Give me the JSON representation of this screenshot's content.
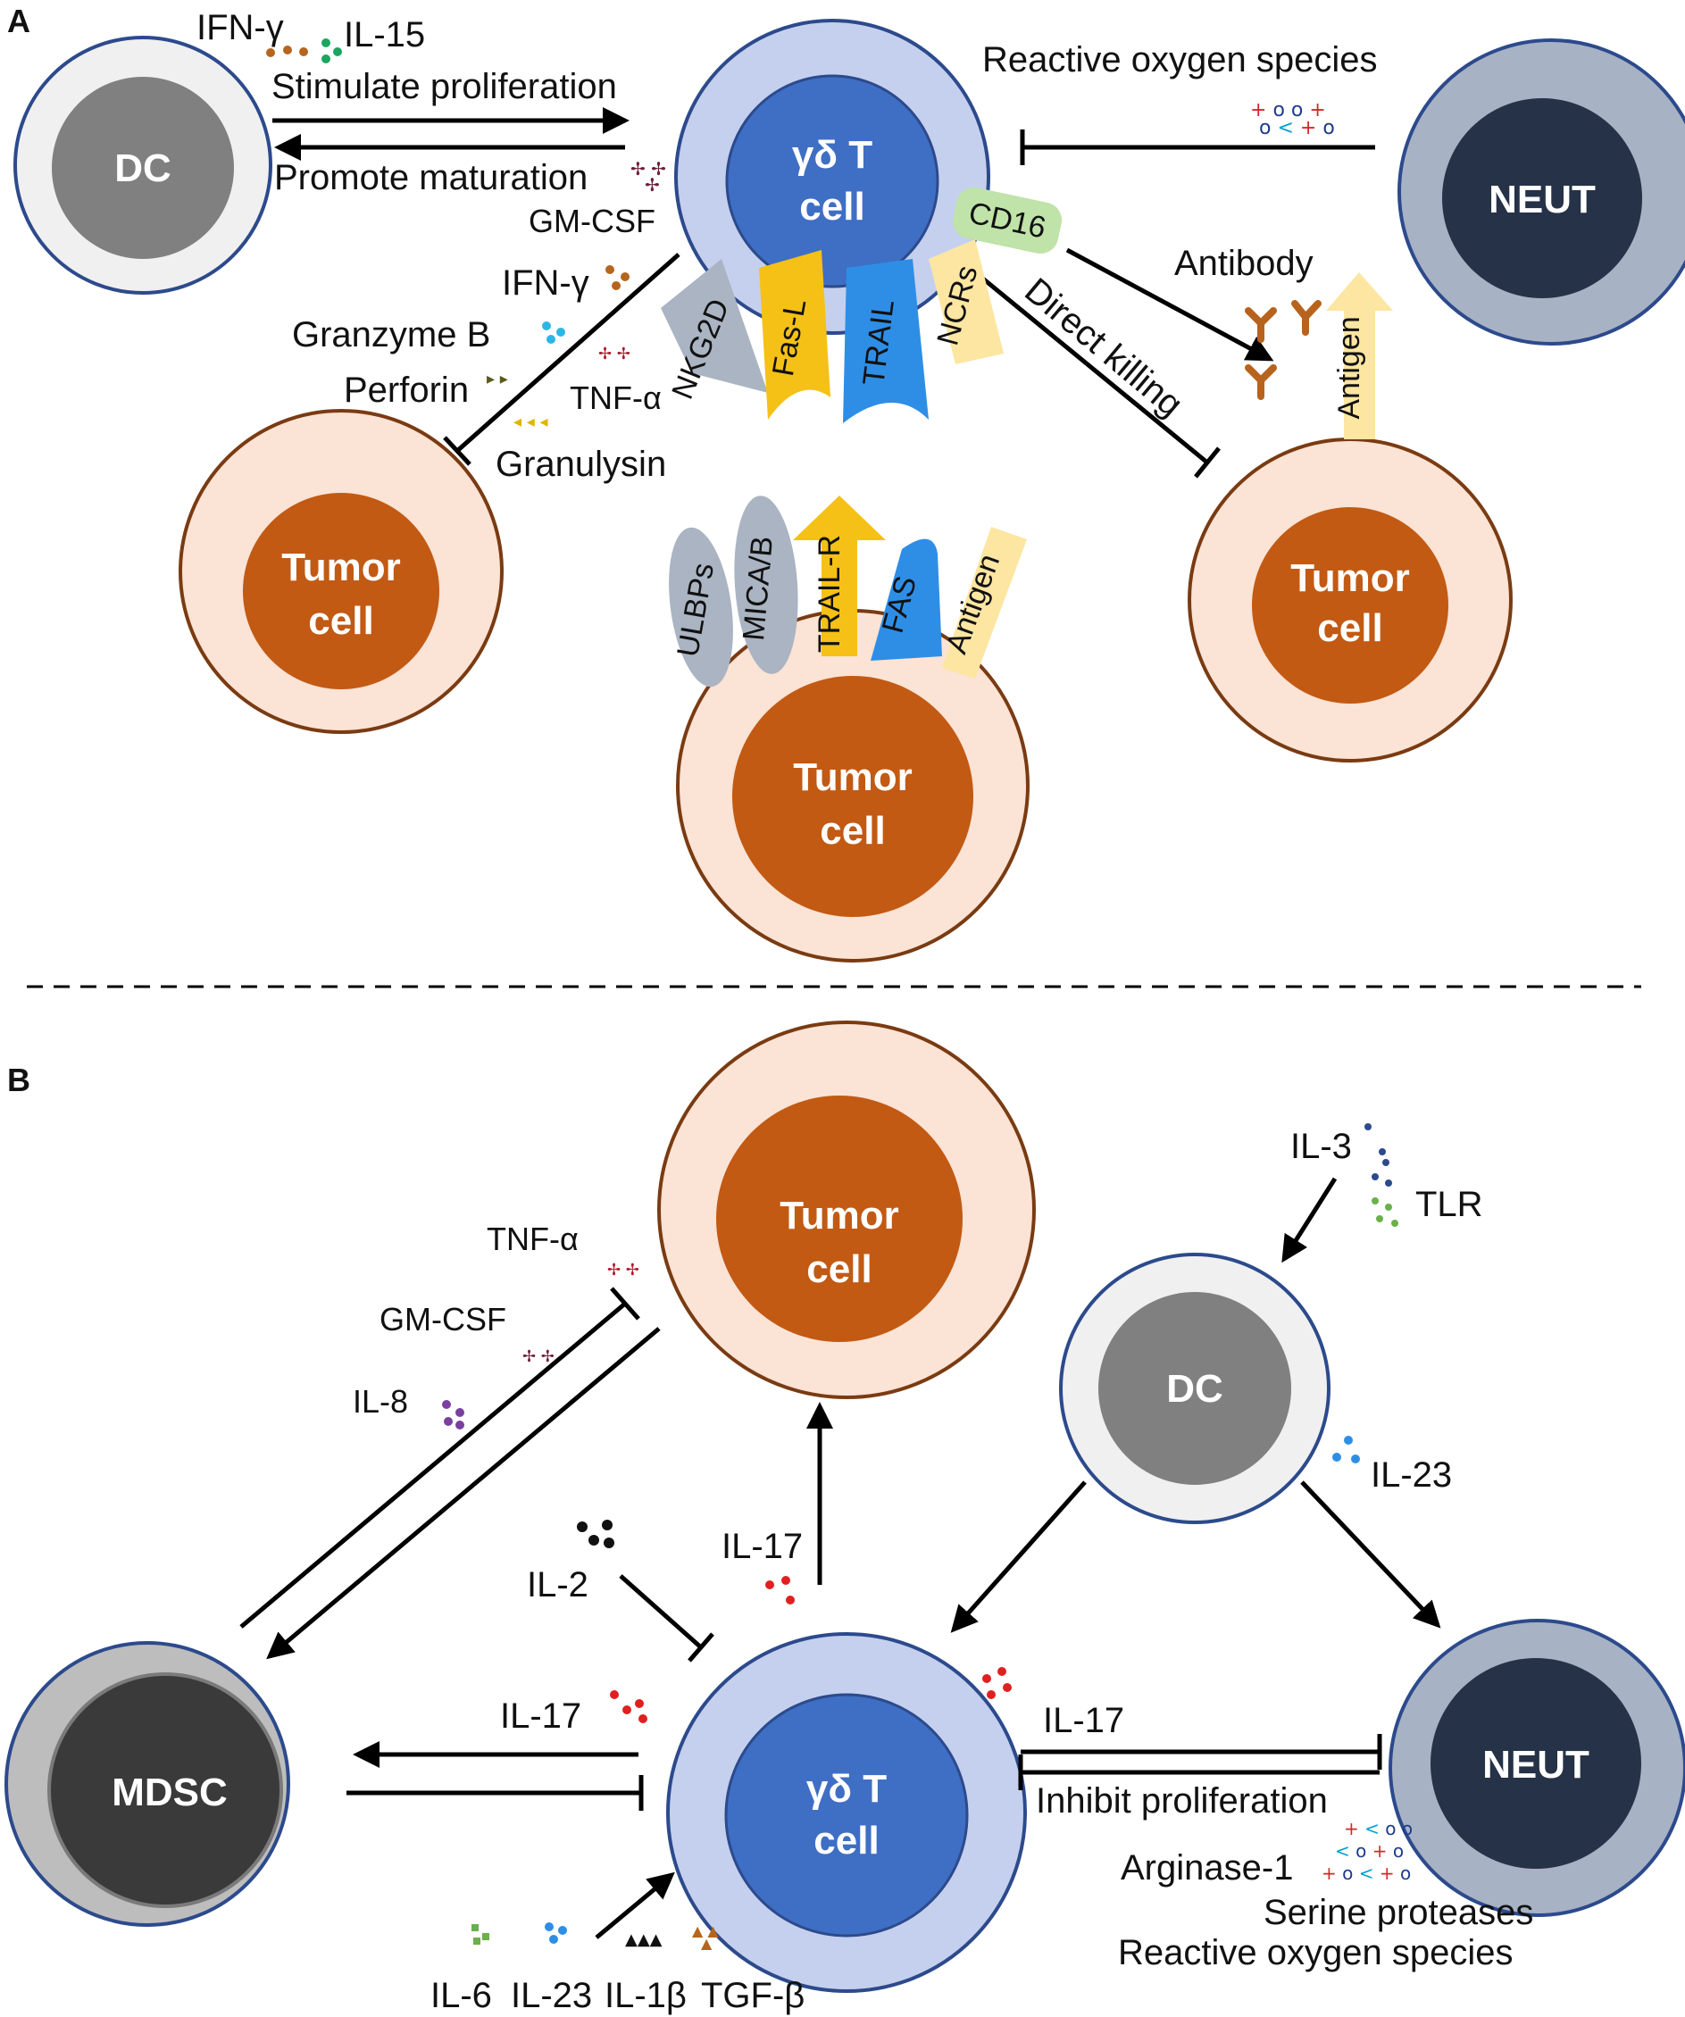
{
  "panels": {
    "a": "A",
    "b": "B"
  },
  "colors": {
    "gd_outer": "#c5d0ee",
    "gd_inner": "#3f6fc4",
    "tumor_outer": "#fbe3d5",
    "tumor_inner": "#c25a14",
    "dc_outer": "#f0f0f0",
    "dc_inner": "#808080",
    "neut_outer": "#a7b2c4",
    "neut_inner": "#253247",
    "mdsc_outer": "#bdbdbd",
    "mdsc_inner": "#3a3a3a",
    "gray_receptor": "#aab4c2",
    "yellow_receptor": "#f5c116",
    "blue_receptor": "#2e8ee6",
    "beige_receptor": "#fde6a2",
    "cd16": "#bfe3a8"
  },
  "cells": {
    "gd_t_a_line1": "γδ T",
    "gd_t_a_line2": "cell",
    "dc_a": "DC",
    "neut_a": "NEUT",
    "tumor_left_line1": "Tumor",
    "tumor_left_line2": "cell",
    "tumor_right_line1": "Tumor",
    "tumor_right_line2": "cell",
    "tumor_center_line1": "Tumor",
    "tumor_center_line2": "cell",
    "tumor_b_line1": "Tumor",
    "tumor_b_line2": "cell",
    "dc_b": "DC",
    "mdsc": "MDSC",
    "neut_b": "NEUT",
    "gd_t_b_line1": "γδ T",
    "gd_t_b_line2": "cell"
  },
  "receptors_gd": [
    "NKG2D",
    "Fas-L",
    "TRAIL",
    "NCRs"
  ],
  "cd16": "CD16",
  "receptors_tumor": [
    "ULBPs",
    "MICA/B",
    "TRAIL-R",
    "FAS",
    "Antigen"
  ],
  "antigen_right": "Antigen",
  "labels_a": {
    "ifn_gamma_top": "IFN-γ",
    "il15": "IL-15",
    "stimulate": "Stimulate proliferation",
    "promote": "Promote maturation",
    "gmcsf": "GM-CSF",
    "ros": "Reactive oxygen  species",
    "antibody": "Antibody",
    "direct_killing": "Direct killing",
    "ifn_gamma_mid": "IFN-γ",
    "granzyme": "Granzyme B",
    "perforin": "Perforin",
    "tnf": "TNF-α",
    "granulysin": "Granulysin"
  },
  "labels_b": {
    "il3": "IL-3",
    "tlr": "TLR",
    "tnf": "TNF-α",
    "gmcsf": "GM-CSF",
    "il8": "IL-8",
    "il23_dc": "IL-23",
    "il17_up": "IL-17",
    "il2": "IL-2",
    "il17_left": "IL-17",
    "il17_right": "IL-17",
    "inhibit": "Inhibit proliferation",
    "arginase": "Arginase-1",
    "serine": "Serine proteases",
    "ros": "Reactive oxygen species",
    "il6": "IL-6",
    "il23_bottom": "IL-23",
    "il1b": "IL-1β",
    "tgfb": "TGF-β"
  }
}
